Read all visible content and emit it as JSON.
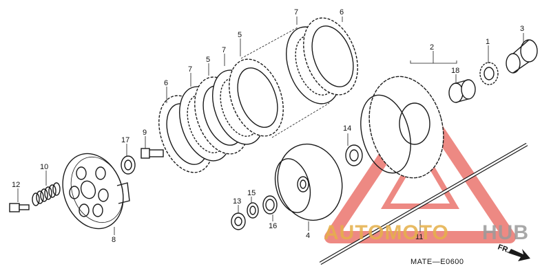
{
  "diagram": {
    "code": "MATE—E0600",
    "front_marker": "FR.",
    "callouts": [
      "1",
      "2",
      "3",
      "4",
      "5",
      "5",
      "6",
      "6",
      "7",
      "7",
      "7",
      "8",
      "9",
      "10",
      "11",
      "12",
      "13",
      "14",
      "15",
      "16",
      "17",
      "18"
    ]
  },
  "watermark": {
    "word_a": "AUTOMOTO",
    "word_b": "HUB",
    "colors": {
      "accent": "#e8625a",
      "gold": "#e5b04a",
      "grey": "#9a9a9a"
    }
  }
}
